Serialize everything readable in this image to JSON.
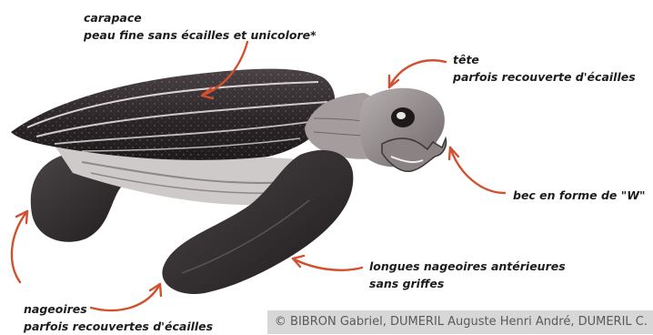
{
  "labels": {
    "carapace": {
      "line1": "carapace",
      "line2": "peau fine sans écailles et unicolore*"
    },
    "tete": {
      "line1": "tête",
      "line2": "parfois recouverte d'écailles"
    },
    "bec": {
      "line1": "bec en forme de \"W\""
    },
    "nageoires_ant": {
      "line1": "longues nageoires antérieures",
      "line2": "sans griffes"
    },
    "nageoires": {
      "line1": "nageoires",
      "line2": "parfois recouvertes d'écailles"
    }
  },
  "credit": "© BIBRON Gabriel, DUMERIL Auguste Henri André, DUMERIL C.",
  "colors": {
    "arrow": "#d2502f",
    "shell": "#2c2627",
    "skin": "#3a3436",
    "light": "#c9c4c4"
  }
}
